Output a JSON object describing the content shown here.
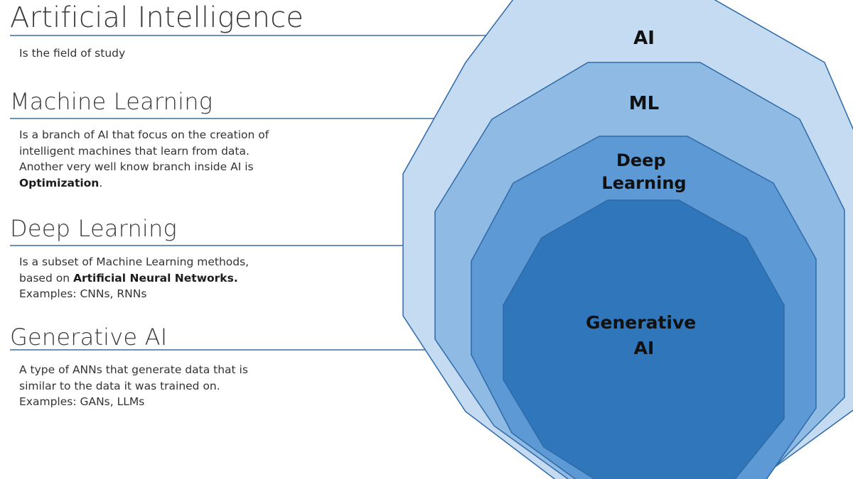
{
  "sections": {
    "ai": {
      "heading": "Artificial Intelligence",
      "desc": [
        "Is the field of study"
      ]
    },
    "ml": {
      "heading": "Machine Learning",
      "desc": [
        "Is a branch of AI that focus on the creation of",
        "intelligent machines that learn from data.",
        "Another very well know branch inside AI is"
      ],
      "desc_bold": "Optimization",
      "desc_tail": "."
    },
    "dl": {
      "heading": "Deep Learning",
      "desc_line1": "Is a subset of Machine Learning methods,",
      "desc_line2_prefix": "based on ",
      "desc_line2_bold": "Artificial Neural Networks.",
      "desc_line3": "Examples: CNNs, RNNs"
    },
    "gai": {
      "heading": "Generative AI",
      "desc": [
        "A type of ANNs that generate data that is",
        "similar to the data it was trained on.",
        "Examples: GANs, LLMs"
      ]
    }
  },
  "layers": {
    "ai": {
      "label": [
        "AI"
      ],
      "color": "#c5dbf1"
    },
    "ml": {
      "label": [
        "ML"
      ],
      "color": "#8fbae3"
    },
    "dl": {
      "label": [
        "Deep",
        "Learning"
      ],
      "color": "#5d9ad5"
    },
    "gai": {
      "label": [
        "Generative",
        "AI"
      ],
      "color": "#2f76bb"
    }
  },
  "colors": {
    "outline": "#2e6aa8",
    "connector": "#3f6f9e"
  }
}
